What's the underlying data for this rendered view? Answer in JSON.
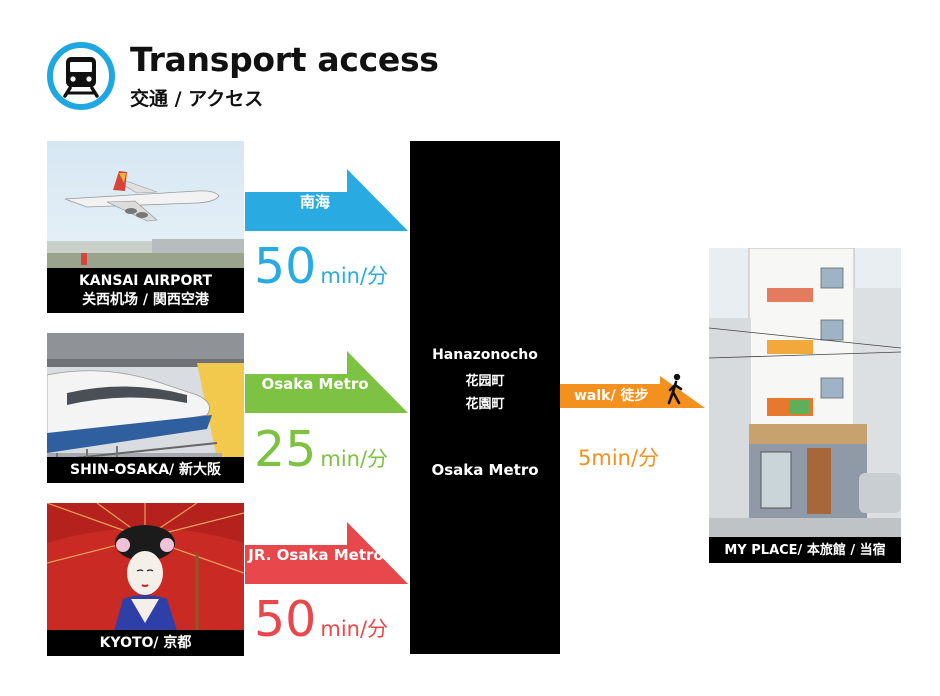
{
  "header": {
    "title": "Transport access",
    "subtitle": "交通 / アクセス",
    "icon": "train-icon",
    "icon_color": "#1fa7e1"
  },
  "routes": [
    {
      "origin": "KANSAI AIRPORT",
      "origin_local": "关西机场 / 関西空港",
      "line": "南海",
      "duration": "50",
      "unit": "min/分",
      "color": "#29abe2"
    },
    {
      "origin": "SHIN-OSAKA/ 新大阪",
      "line": "Osaka Metro",
      "duration": "25",
      "unit": "min/分",
      "color": "#7dc242"
    },
    {
      "origin": "KYOTO/ 京都",
      "line": "JR. Osaka Metro",
      "duration": "50",
      "unit": "min/分",
      "color": "#e8474c"
    }
  ],
  "station": {
    "name_en": "Hanazonocho",
    "name_zh": "花园町",
    "name_ja": "花園町",
    "line": "Osaka Metro"
  },
  "walk": {
    "label": "walk/ 徒步",
    "duration": "5min/分",
    "icon": "walking-person-icon",
    "color": "#f4901e"
  },
  "destination": {
    "label": "MY PLACE/ 本旅館 / 当宿"
  }
}
